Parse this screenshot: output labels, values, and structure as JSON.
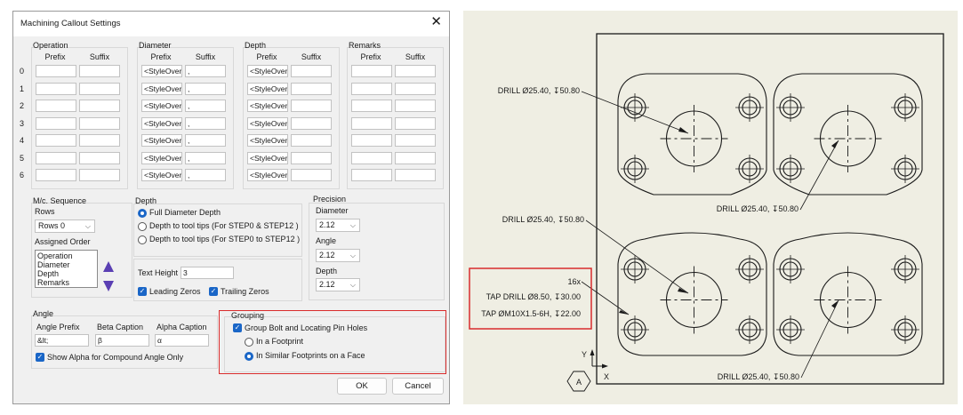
{
  "dialog": {
    "title": "Machining Callout Settings",
    "rows": [
      "0",
      "1",
      "2",
      "3",
      "4",
      "5",
      "6"
    ],
    "prefix_label": "Prefix",
    "suffix_label": "Suffix",
    "operation": {
      "title": "Operation"
    },
    "diameter": {
      "title": "Diameter",
      "prefix_value": "<StyleOverride",
      "suffix_value": ","
    },
    "depth": {
      "title": "Depth",
      "prefix_value": "<StyleOverride"
    },
    "remarks": {
      "title": "Remarks"
    },
    "mc_sequence": {
      "title": "M/c. Sequence",
      "rows_label": "Rows",
      "rows_value": "Rows 0",
      "assigned_order_label": "Assigned Order",
      "assigned_order": [
        "Operation",
        "Diameter",
        "Depth",
        "Remarks"
      ]
    },
    "depth_options": {
      "title": "Depth",
      "options": [
        "Full Diameter Depth",
        "Depth to tool tips (For STEP0 & STEP12 )",
        "Depth to tool tips (For STEP0 to STEP12 )"
      ],
      "selected": 0
    },
    "text_height": {
      "label": "Text Height",
      "value": "3"
    },
    "zeros": {
      "leading": "Leading Zeros",
      "trailing": "Trailing Zeros"
    },
    "precision": {
      "title": "Precision",
      "diameter_label": "Diameter",
      "diameter_value": "2.12",
      "angle_label": "Angle",
      "angle_value": "2.12",
      "depth_label": "Depth",
      "depth_value": "2.12"
    },
    "angle": {
      "title": "Angle",
      "angle_prefix_label": "Angle Prefix",
      "angle_prefix_value": "&lt;",
      "beta_caption_label": "Beta Caption",
      "beta_caption_value": "β",
      "alpha_caption_label": "Alpha Caption",
      "alpha_caption_value": "α",
      "show_alpha_label": "Show Alpha for Compound Angle Only"
    },
    "grouping": {
      "title": "Grouping",
      "group_checkbox": "Group Bolt and Locating Pin Holes",
      "options": [
        "In a Footprint",
        "In Similar Footprints on a Face"
      ],
      "selected": 1
    },
    "ok_label": "OK",
    "cancel_label": "Cancel"
  },
  "drawing": {
    "callout_tl": "DRILL Ø25.40, ↧50.80",
    "callout_tr": "DRILL Ø25.40, ↧50.80",
    "callout_ml": "DRILL Ø25.40, ↧50.80",
    "callout_br": "DRILL Ø25.40, ↧50.80",
    "grouped_callout": [
      "16x",
      "TAP DRILL Ø8.50, ↧30.00",
      "TAP ØM10X1.5-6H, ↧22.00"
    ],
    "axis_y": "Y",
    "axis_x": "X",
    "view_label": "A"
  },
  "colors": {
    "accent": "#1a66c7",
    "highlight": "#d92c2c",
    "drawing_bg": "#efeee3"
  }
}
